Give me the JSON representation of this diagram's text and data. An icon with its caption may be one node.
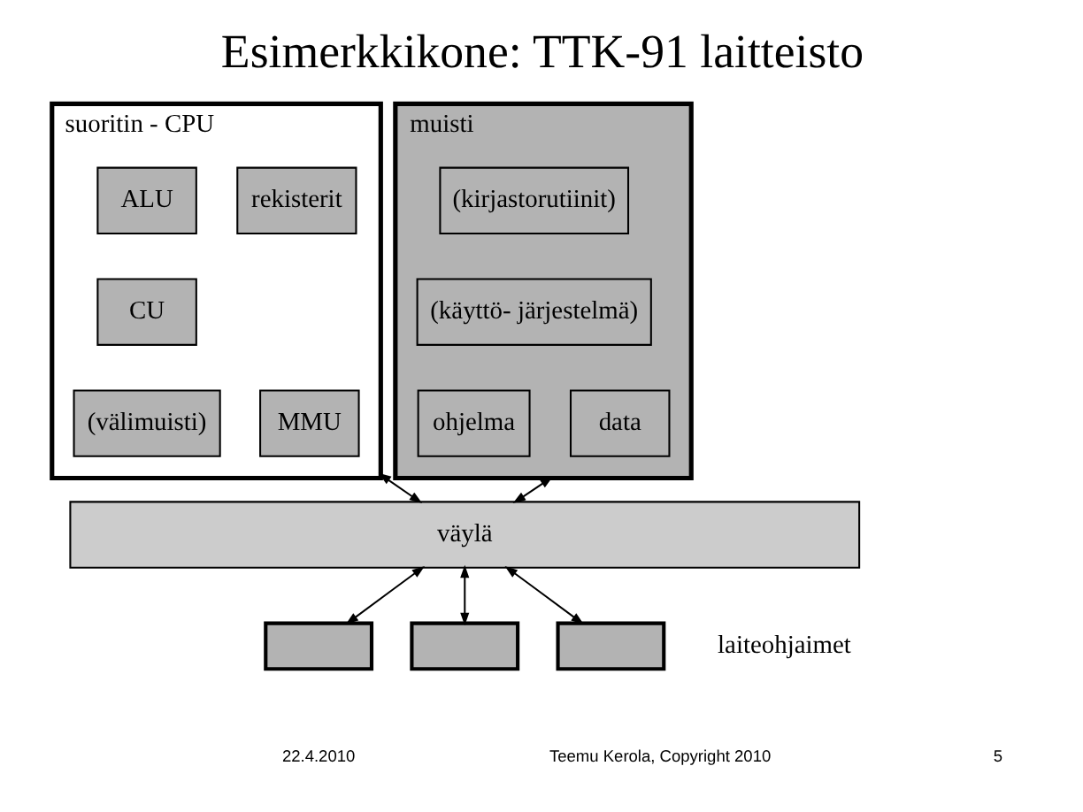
{
  "diagram": {
    "title": "Esimerkkikone: TTK-91 laitteisto",
    "nodes": [
      {
        "text": [
          "suoritin - CPU"
        ]
      },
      {
        "text": [
          "ALU"
        ],
        "in": 0
      },
      {
        "text": [
          "rekisterit"
        ],
        "in": 0
      },
      {
        "text": [
          "CU"
        ],
        "in": 0
      },
      {
        "text": [
          "(välimuisti)"
        ],
        "in": 0
      },
      {
        "text": [
          "MMU"
        ],
        "in": 0
      },
      {
        "text": [
          "muisti"
        ]
      },
      {
        "text": [
          "(kirjastorutiinit)"
        ],
        "in": 6
      },
      {
        "text": [
          "(käyttö- järjestelmä)"
        ],
        "in": 6
      },
      {
        "text": [
          "ohjelma"
        ],
        "in": 6
      },
      {
        "text": [
          "data"
        ],
        "in": 6
      },
      {
        "text": [
          "väylä"
        ]
      },
      {
        "text": [],
        "shape": "box"
      },
      {
        "text": [],
        "shape": "box"
      },
      {
        "text": [],
        "shape": "box"
      }
    ],
    "edges": [
      {
        "from": 0,
        "to": 11,
        "arrow": "both"
      },
      {
        "from": 6,
        "to": 11,
        "arrow": "both"
      },
      {
        "from": 11,
        "to": 12,
        "arrow": "both"
      },
      {
        "from": 11,
        "to": 13,
        "arrow": "both"
      },
      {
        "from": 11,
        "to": 14,
        "arrow": "both"
      }
    ],
    "labels": [
      "laiteohjaimet",
      "22.4.2010",
      "Teemu Kerola, Copyright 2010",
      "5"
    ]
  }
}
